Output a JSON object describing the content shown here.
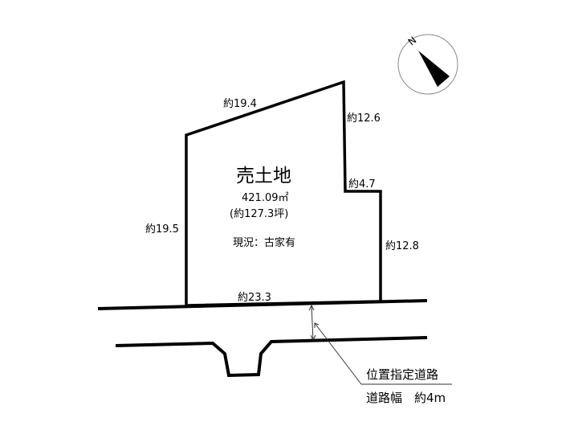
{
  "compass": {
    "label": "N"
  },
  "plot": {
    "title": "売土地",
    "area_sqm": "421.09㎡",
    "area_tsubo": "(約127.3坪)",
    "status": "現況：古家有"
  },
  "dimensions": {
    "top": "約19.4",
    "right_upper": "約12.6",
    "step": "約4.7",
    "left": "約19.5",
    "right_lower": "約12.8",
    "bottom": "約23.3"
  },
  "road": {
    "type": "位置指定道路",
    "width": "道路幅　約4m"
  }
}
